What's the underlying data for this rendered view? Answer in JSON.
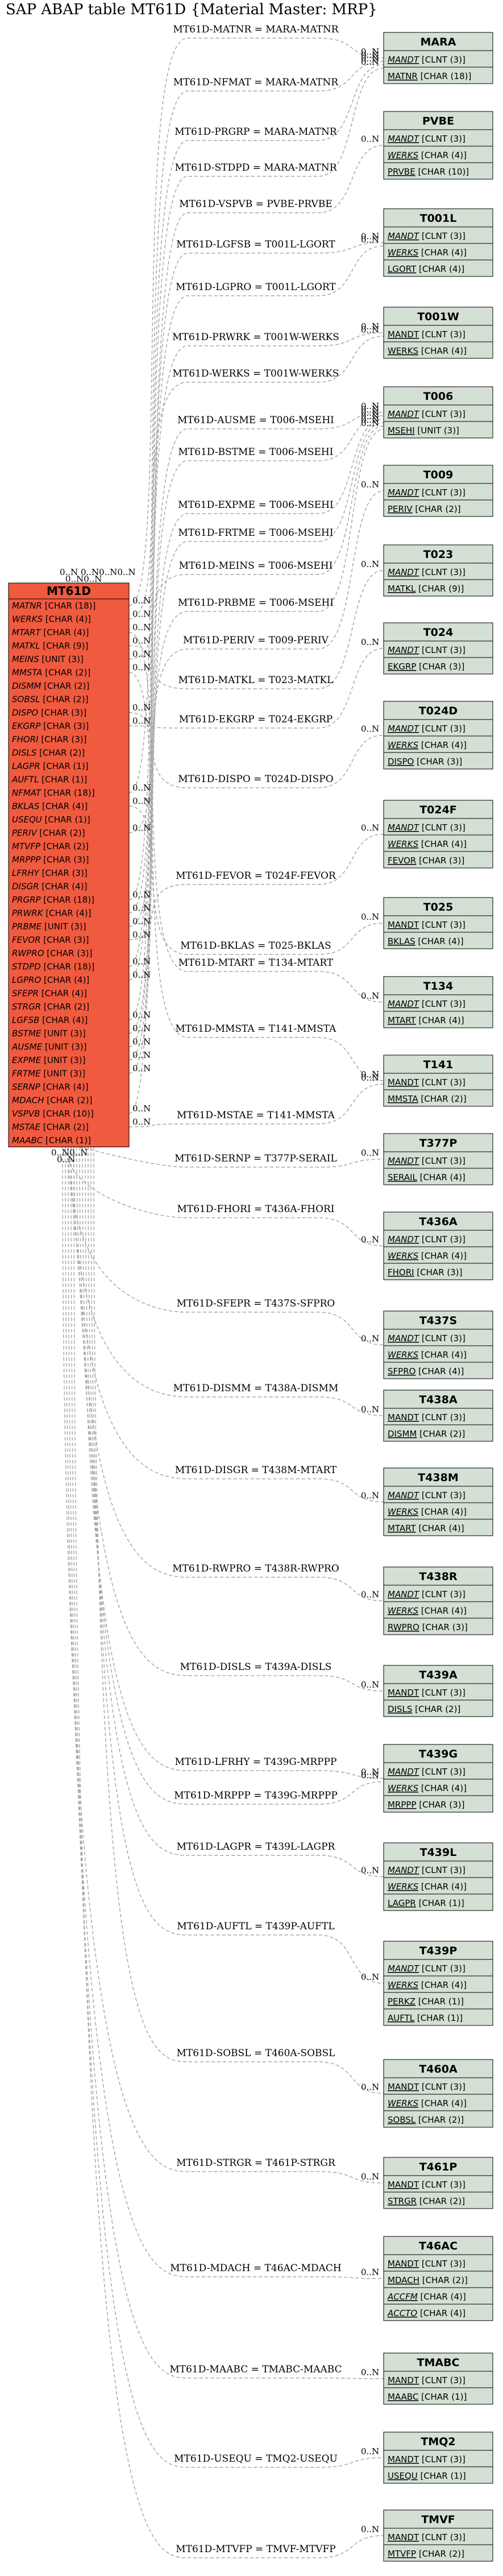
{
  "title": "SAP ABAP table MT61D {Material Master: MRP}",
  "main_entity": {
    "name": "MT61D",
    "fields": [
      {
        "name": "MATNR",
        "type": "[CHAR (18)]"
      },
      {
        "name": "WERKS",
        "type": "[CHAR (4)]"
      },
      {
        "name": "MTART",
        "type": "[CHAR (4)]"
      },
      {
        "name": "MATKL",
        "type": "[CHAR (9)]"
      },
      {
        "name": "MEINS",
        "type": "[UNIT (3)]"
      },
      {
        "name": "MMSTA",
        "type": "[CHAR (2)]"
      },
      {
        "name": "DISMM",
        "type": "[CHAR (2)]"
      },
      {
        "name": "SOBSL",
        "type": "[CHAR (2)]"
      },
      {
        "name": "DISPO",
        "type": "[CHAR (3)]"
      },
      {
        "name": "EKGRP",
        "type": "[CHAR (3)]"
      },
      {
        "name": "FHORI",
        "type": "[CHAR (3)]"
      },
      {
        "name": "DISLS",
        "type": "[CHAR (2)]"
      },
      {
        "name": "LAGPR",
        "type": "[CHAR (1)]"
      },
      {
        "name": "AUFTL",
        "type": "[CHAR (1)]"
      },
      {
        "name": "NFMAT",
        "type": "[CHAR (18)]"
      },
      {
        "name": "BKLAS",
        "type": "[CHAR (4)]"
      },
      {
        "name": "USEQU",
        "type": "[CHAR (1)]"
      },
      {
        "name": "PERIV",
        "type": "[CHAR (2)]"
      },
      {
        "name": "MTVFP",
        "type": "[CHAR (2)]"
      },
      {
        "name": "MRPPP",
        "type": "[CHAR (3)]"
      },
      {
        "name": "LFRHY",
        "type": "[CHAR (3)]"
      },
      {
        "name": "DISGR",
        "type": "[CHAR (4)]"
      },
      {
        "name": "PRGRP",
        "type": "[CHAR (18)]"
      },
      {
        "name": "PRWRK",
        "type": "[CHAR (4)]"
      },
      {
        "name": "PRBME",
        "type": "[UNIT (3)]"
      },
      {
        "name": "FEVOR",
        "type": "[CHAR (3)]"
      },
      {
        "name": "RWPRO",
        "type": "[CHAR (3)]"
      },
      {
        "name": "STDPD",
        "type": "[CHAR (18)]"
      },
      {
        "name": "LGPRO",
        "type": "[CHAR (4)]"
      },
      {
        "name": "SFEPR",
        "type": "[CHAR (4)]"
      },
      {
        "name": "STRGR",
        "type": "[CHAR (2)]"
      },
      {
        "name": "LGFSB",
        "type": "[CHAR (4)]"
      },
      {
        "name": "BSTME",
        "type": "[UNIT (3)]"
      },
      {
        "name": "AUSME",
        "type": "[UNIT (3)]"
      },
      {
        "name": "EXPME",
        "type": "[UNIT (3)]"
      },
      {
        "name": "FRTME",
        "type": "[UNIT (3)]"
      },
      {
        "name": "SERNP",
        "type": "[CHAR (4)]"
      },
      {
        "name": "MDACH",
        "type": "[CHAR (2)]"
      },
      {
        "name": "VSPVB",
        "type": "[CHAR (10)]"
      },
      {
        "name": "MSTAE",
        "type": "[CHAR (2)]"
      },
      {
        "name": "MAABC",
        "type": "[CHAR (1)]"
      }
    ],
    "top_cards": "0..N 0..N0..N0..N",
    "top_cards_2": "0..N0..N",
    "bottom_cards": "0..N0..N",
    "bottom_cards_2": "0..N"
  },
  "entities": [
    {
      "name": "MARA",
      "fields": [
        {
          "name": "MANDT",
          "type": "[CLNT (3)]",
          "italic": true
        },
        {
          "name": "MATNR",
          "type": "[CHAR (18)]",
          "italic": false
        }
      ]
    },
    {
      "name": "PVBE",
      "fields": [
        {
          "name": "MANDT",
          "type": "[CLNT (3)]",
          "italic": true
        },
        {
          "name": "WERKS",
          "type": "[CHAR (4)]",
          "italic": true
        },
        {
          "name": "PRVBE",
          "type": "[CHAR (10)]",
          "italic": false
        }
      ]
    },
    {
      "name": "T001L",
      "fields": [
        {
          "name": "MANDT",
          "type": "[CLNT (3)]",
          "italic": true
        },
        {
          "name": "WERKS",
          "type": "[CHAR (4)]",
          "italic": true
        },
        {
          "name": "LGORT",
          "type": "[CHAR (4)]",
          "italic": false
        }
      ]
    },
    {
      "name": "T001W",
      "fields": [
        {
          "name": "MANDT",
          "type": "[CLNT (3)]",
          "italic": false
        },
        {
          "name": "WERKS",
          "type": "[CHAR (4)]",
          "italic": false
        }
      ]
    },
    {
      "name": "T006",
      "fields": [
        {
          "name": "MANDT",
          "type": "[CLNT (3)]",
          "italic": true
        },
        {
          "name": "MSEHI",
          "type": "[UNIT (3)]",
          "italic": false
        }
      ]
    },
    {
      "name": "T009",
      "fields": [
        {
          "name": "MANDT",
          "type": "[CLNT (3)]",
          "italic": true
        },
        {
          "name": "PERIV",
          "type": "[CHAR (2)]",
          "italic": false
        }
      ]
    },
    {
      "name": "T023",
      "fields": [
        {
          "name": "MANDT",
          "type": "[CLNT (3)]",
          "italic": true
        },
        {
          "name": "MATKL",
          "type": "[CHAR (9)]",
          "italic": false
        }
      ]
    },
    {
      "name": "T024",
      "fields": [
        {
          "name": "MANDT",
          "type": "[CLNT (3)]",
          "italic": true
        },
        {
          "name": "EKGRP",
          "type": "[CHAR (3)]",
          "italic": false
        }
      ]
    },
    {
      "name": "T024D",
      "fields": [
        {
          "name": "MANDT",
          "type": "[CLNT (3)]",
          "italic": true
        },
        {
          "name": "WERKS",
          "type": "[CHAR (4)]",
          "italic": true
        },
        {
          "name": "DISPO",
          "type": "[CHAR (3)]",
          "italic": false
        }
      ]
    },
    {
      "name": "T024F",
      "fields": [
        {
          "name": "MANDT",
          "type": "[CLNT (3)]",
          "italic": true
        },
        {
          "name": "WERKS",
          "type": "[CHAR (4)]",
          "italic": true
        },
        {
          "name": "FEVOR",
          "type": "[CHAR (3)]",
          "italic": false
        }
      ]
    },
    {
      "name": "T025",
      "fields": [
        {
          "name": "MANDT",
          "type": "[CLNT (3)]",
          "italic": false
        },
        {
          "name": "BKLAS",
          "type": "[CHAR (4)]",
          "italic": false
        }
      ]
    },
    {
      "name": "T134",
      "fields": [
        {
          "name": "MANDT",
          "type": "[CLNT (3)]",
          "italic": true
        },
        {
          "name": "MTART",
          "type": "[CHAR (4)]",
          "italic": false
        }
      ]
    },
    {
      "name": "T141",
      "fields": [
        {
          "name": "MANDT",
          "type": "[CLNT (3)]",
          "italic": false
        },
        {
          "name": "MMSTA",
          "type": "[CHAR (2)]",
          "italic": false
        }
      ]
    },
    {
      "name": "T377P",
      "fields": [
        {
          "name": "MANDT",
          "type": "[CLNT (3)]",
          "italic": true
        },
        {
          "name": "SERAIL",
          "type": "[CHAR (4)]",
          "italic": false
        }
      ]
    },
    {
      "name": "T436A",
      "fields": [
        {
          "name": "MANDT",
          "type": "[CLNT (3)]",
          "italic": true
        },
        {
          "name": "WERKS",
          "type": "[CHAR (4)]",
          "italic": true
        },
        {
          "name": "FHORI",
          "type": "[CHAR (3)]",
          "italic": false
        }
      ]
    },
    {
      "name": "T437S",
      "fields": [
        {
          "name": "MANDT",
          "type": "[CLNT (3)]",
          "italic": true
        },
        {
          "name": "WERKS",
          "type": "[CHAR (4)]",
          "italic": true
        },
        {
          "name": "SFPRO",
          "type": "[CHAR (4)]",
          "italic": false
        }
      ]
    },
    {
      "name": "T438A",
      "fields": [
        {
          "name": "MANDT",
          "type": "[CLNT (3)]",
          "italic": false
        },
        {
          "name": "DISMM",
          "type": "[CHAR (2)]",
          "italic": false
        }
      ]
    },
    {
      "name": "T438M",
      "fields": [
        {
          "name": "MANDT",
          "type": "[CLNT (3)]",
          "italic": true
        },
        {
          "name": "WERKS",
          "type": "[CHAR (4)]",
          "italic": true
        },
        {
          "name": "MTART",
          "type": "[CHAR (4)]",
          "italic": false
        }
      ]
    },
    {
      "name": "T438R",
      "fields": [
        {
          "name": "MANDT",
          "type": "[CLNT (3)]",
          "italic": true
        },
        {
          "name": "WERKS",
          "type": "[CHAR (4)]",
          "italic": true
        },
        {
          "name": "RWPRO",
          "type": "[CHAR (3)]",
          "italic": false
        }
      ]
    },
    {
      "name": "T439A",
      "fields": [
        {
          "name": "MANDT",
          "type": "[CLNT (3)]",
          "italic": false
        },
        {
          "name": "DISLS",
          "type": "[CHAR (2)]",
          "italic": false
        }
      ]
    },
    {
      "name": "T439G",
      "fields": [
        {
          "name": "MANDT",
          "type": "[CLNT (3)]",
          "italic": true
        },
        {
          "name": "WERKS",
          "type": "[CHAR (4)]",
          "italic": true
        },
        {
          "name": "MRPPP",
          "type": "[CHAR (3)]",
          "italic": false
        }
      ]
    },
    {
      "name": "T439L",
      "fields": [
        {
          "name": "MANDT",
          "type": "[CLNT (3)]",
          "italic": true
        },
        {
          "name": "WERKS",
          "type": "[CHAR (4)]",
          "italic": true
        },
        {
          "name": "LAGPR",
          "type": "[CHAR (1)]",
          "italic": false
        }
      ]
    },
    {
      "name": "T439P",
      "fields": [
        {
          "name": "MANDT",
          "type": "[CLNT (3)]",
          "italic": true
        },
        {
          "name": "WERKS",
          "type": "[CHAR (4)]",
          "italic": true
        },
        {
          "name": "PERKZ",
          "type": "[CHAR (1)]",
          "italic": false
        },
        {
          "name": "AUFTL",
          "type": "[CHAR (1)]",
          "italic": false
        }
      ]
    },
    {
      "name": "T460A",
      "fields": [
        {
          "name": "MANDT",
          "type": "[CLNT (3)]",
          "italic": false
        },
        {
          "name": "WERKS",
          "type": "[CHAR (4)]",
          "italic": true
        },
        {
          "name": "SOBSL",
          "type": "[CHAR (2)]",
          "italic": false
        }
      ]
    },
    {
      "name": "T461P",
      "fields": [
        {
          "name": "MANDT",
          "type": "[CLNT (3)]",
          "italic": false
        },
        {
          "name": "STRGR",
          "type": "[CHAR (2)]",
          "italic": false
        }
      ]
    },
    {
      "name": "T46AC",
      "fields": [
        {
          "name": "MANDT",
          "type": "[CLNT (3)]",
          "italic": false
        },
        {
          "name": "MDACH",
          "type": "[CHAR (2)]",
          "italic": false
        },
        {
          "name": "ACCFM",
          "type": "[CHAR (4)]",
          "italic": true
        },
        {
          "name": "ACCTO",
          "type": "[CHAR (4)]",
          "italic": true
        }
      ]
    },
    {
      "name": "TMABC",
      "fields": [
        {
          "name": "MANDT",
          "type": "[CLNT (3)]",
          "italic": false
        },
        {
          "name": "MAABC",
          "type": "[CHAR (1)]",
          "italic": false
        }
      ]
    },
    {
      "name": "TMQ2",
      "fields": [
        {
          "name": "MANDT",
          "type": "[CLNT (3)]",
          "italic": false
        },
        {
          "name": "USEQU",
          "type": "[CHAR (1)]",
          "italic": false
        }
      ]
    },
    {
      "name": "TMVF",
      "fields": [
        {
          "name": "MANDT",
          "type": "[CLNT (3)]",
          "italic": false
        },
        {
          "name": "MTVFP",
          "type": "[CHAR (2)]",
          "italic": false
        }
      ]
    }
  ],
  "relations": [
    {
      "label": "MT61D-MATNR = MARA-MATNR",
      "target": "MARA",
      "card": "0..N"
    },
    {
      "label": "MT61D-NFMAT = MARA-MATNR",
      "target": "MARA",
      "card": "0..N"
    },
    {
      "label": "MT61D-PRGRP = MARA-MATNR",
      "target": "MARA",
      "card": "0..N"
    },
    {
      "label": "MT61D-STDPD = MARA-MATNR",
      "target": "MARA",
      "card": "0..N"
    },
    {
      "label": "MT61D-VSPVB = PVBE-PRVBE",
      "target": "PVBE",
      "card": "0..N"
    },
    {
      "label": "MT61D-LGFSB = T001L-LGORT",
      "target": "T001L",
      "card": "0..N"
    },
    {
      "label": "MT61D-LGPRO = T001L-LGORT",
      "target": "T001L",
      "card": "0..N"
    },
    {
      "label": "MT61D-PRWRK = T001W-WERKS",
      "target": "T001W",
      "card": "0..N"
    },
    {
      "label": "MT61D-WERKS = T001W-WERKS",
      "target": "T001W",
      "card": "0..N"
    },
    {
      "label": "MT61D-AUSME = T006-MSEHI",
      "target": "T006",
      "card": "0..N"
    },
    {
      "label": "MT61D-BSTME = T006-MSEHI",
      "target": "T006",
      "card": "0..N"
    },
    {
      "label": "MT61D-EXPME = T006-MSEHI",
      "target": "T006",
      "card": "0..N"
    },
    {
      "label": "MT61D-FRTME = T006-MSEHI",
      "target": "T006",
      "card": "0..N"
    },
    {
      "label": "MT61D-MEINS = T006-MSEHI",
      "target": "T006",
      "card": "0..N"
    },
    {
      "label": "MT61D-PRBME = T006-MSEHI",
      "target": "T006",
      "card": "0..N"
    },
    {
      "label": "MT61D-PERIV = T009-PERIV",
      "target": "T009",
      "card": "0..N"
    },
    {
      "label": "MT61D-MATKL = T023-MATKL",
      "target": "T023",
      "card": "0..N"
    },
    {
      "label": "MT61D-EKGRP = T024-EKGRP",
      "target": "T024",
      "card": "0..N"
    },
    {
      "label": "MT61D-DISPO = T024D-DISPO",
      "target": "T024D",
      "card": "0..N"
    },
    {
      "label": "MT61D-FEVOR = T024F-FEVOR",
      "target": "T024F",
      "card": "0..N"
    },
    {
      "label": "MT61D-BKLAS = T025-BKLAS",
      "target": "T025",
      "card": "0..N"
    },
    {
      "label": "MT61D-MTART = T134-MTART",
      "target": "T134",
      "card": "0..N"
    },
    {
      "label": "MT61D-MMSTA = T141-MMSTA",
      "target": "T141",
      "card": "0..N"
    },
    {
      "label": "MT61D-MSTAE = T141-MMSTA",
      "target": "T141",
      "card": "0..N"
    },
    {
      "label": "MT61D-SERNP = T377P-SERAIL",
      "target": "T377P",
      "card": "0..N"
    },
    {
      "label": "MT61D-FHORI = T436A-FHORI",
      "target": "T436A",
      "card": "0..N"
    },
    {
      "label": "MT61D-SFEPR = T437S-SFPRO",
      "target": "T437S",
      "card": "0..N"
    },
    {
      "label": "MT61D-DISMM = T438A-DISMM",
      "target": "T438A",
      "card": "0..N"
    },
    {
      "label": "MT61D-DISGR = T438M-MTART",
      "target": "T438M",
      "card": "0..N"
    },
    {
      "label": "MT61D-RWPRO = T438R-RWPRO",
      "target": "T438R",
      "card": "0..N"
    },
    {
      "label": "MT61D-DISLS = T439A-DISLS",
      "target": "T439A",
      "card": "0..N"
    },
    {
      "label": "MT61D-LFRHY = T439G-MRPPP",
      "target": "T439G",
      "card": "0..N"
    },
    {
      "label": "MT61D-MRPPP = T439G-MRPPP",
      "target": "T439G",
      "card": "0..N"
    },
    {
      "label": "MT61D-LAGPR = T439L-LAGPR",
      "target": "T439L",
      "card": "0..N"
    },
    {
      "label": "MT61D-AUFTL = T439P-AUFTL",
      "target": "T439P",
      "card": "0..N"
    },
    {
      "label": "MT61D-SOBSL = T460A-SOBSL",
      "target": "T460A",
      "card": "0..N"
    },
    {
      "label": "MT61D-STRGR = T461P-STRGR",
      "target": "T461P",
      "card": "0..N"
    },
    {
      "label": "MT61D-MDACH = T46AC-MDACH",
      "target": "T46AC",
      "card": "0..N"
    },
    {
      "label": "MT61D-MAABC = TMABC-MAABC",
      "target": "TMABC",
      "card": "0..N"
    },
    {
      "label": "MT61D-USEQU = TMQ2-USEQU",
      "target": "TMQ2",
      "card": "0..N"
    },
    {
      "label": "MT61D-MTVFP = TMVF-MTVFP",
      "target": "TMVF",
      "card": "0..N"
    }
  ]
}
